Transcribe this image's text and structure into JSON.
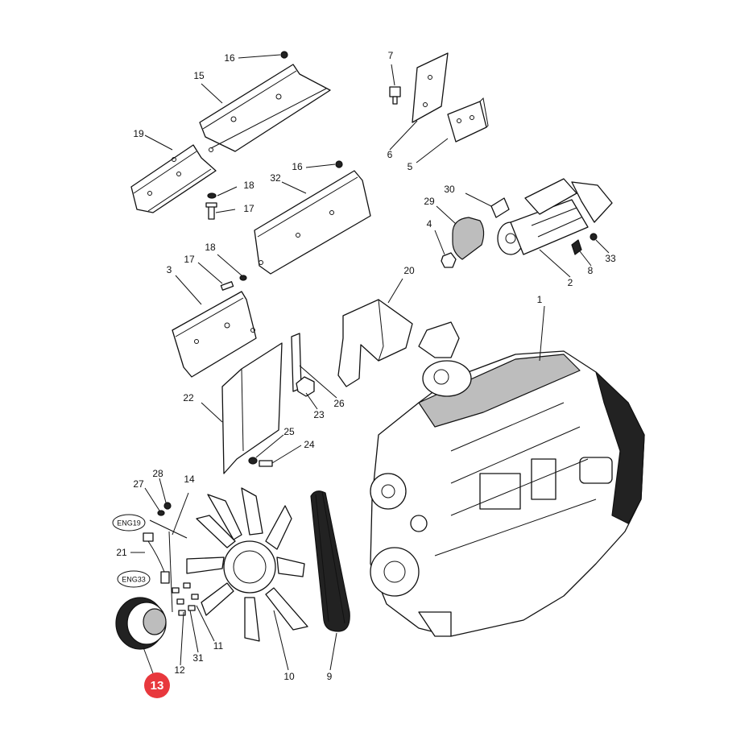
{
  "diagram": {
    "callouts": [
      {
        "label": "1"
      },
      {
        "label": "2"
      },
      {
        "label": "3"
      },
      {
        "label": "4"
      },
      {
        "label": "5"
      },
      {
        "label": "6"
      },
      {
        "label": "7"
      },
      {
        "label": "8"
      },
      {
        "label": "9"
      },
      {
        "label": "10"
      },
      {
        "label": "11"
      },
      {
        "label": "12"
      },
      {
        "label": "14"
      },
      {
        "label": "15"
      },
      {
        "label": "16"
      },
      {
        "label": "16"
      },
      {
        "label": "17"
      },
      {
        "label": "17"
      },
      {
        "label": "18"
      },
      {
        "label": "18"
      },
      {
        "label": "19"
      },
      {
        "label": "20"
      },
      {
        "label": "21"
      },
      {
        "label": "22"
      },
      {
        "label": "23"
      },
      {
        "label": "24"
      },
      {
        "label": "25"
      },
      {
        "label": "26"
      },
      {
        "label": "27"
      },
      {
        "label": "28"
      },
      {
        "label": "29"
      },
      {
        "label": "30"
      },
      {
        "label": "31"
      },
      {
        "label": "32"
      },
      {
        "label": "33"
      }
    ],
    "tags": [
      {
        "text": "ENG19"
      },
      {
        "text": "ENG33"
      }
    ],
    "highlight": {
      "label": "13",
      "color": "#e8383d"
    }
  }
}
